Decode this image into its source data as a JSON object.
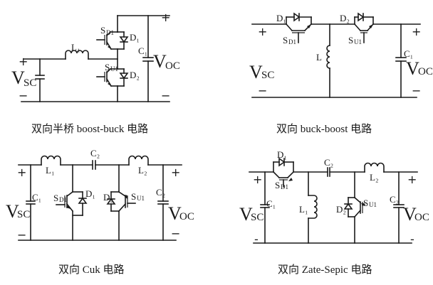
{
  "figure": {
    "panels": [
      {
        "id": "half-bridge",
        "caption": "双向半桥 boost-buck 电路",
        "source_label": "V",
        "source_sub": "SC",
        "output_label": "V",
        "output_sub": "OC",
        "plus": "+",
        "minus": "−",
        "components": {
          "inductor": "L₁",
          "switch_top": "S",
          "switch_top_sub": "D1",
          "diode_top": "D₁",
          "switch_bottom": "S",
          "switch_bottom_sub": "U1",
          "diode_bottom": "D₂",
          "capacitor": "C₁"
        }
      },
      {
        "id": "buck-boost",
        "caption": "双向 buck-boost 电路",
        "source_label": "V",
        "source_sub": "SC",
        "output_label": "V",
        "output_sub": "OC",
        "plus": "+",
        "minus": "−",
        "components": {
          "diode_1": "D₁",
          "switch_1": "S",
          "switch_1_sub": "D1",
          "diode_2": "D₂",
          "switch_2": "S",
          "switch_2_sub": "U1",
          "inductor": "L",
          "capacitor": "C₁"
        }
      },
      {
        "id": "cuk",
        "caption": "双向 Cuk 电路",
        "source_label": "V",
        "source_sub": "SC",
        "output_label": "V",
        "output_sub": "OC",
        "plus": "+",
        "minus": "−",
        "components": {
          "inductor_1": "L₁",
          "capacitor_series": "C₂",
          "inductor_2": "L₂",
          "capacitor_in": "C₁",
          "switch_1": "S",
          "switch_1_sub": "D1",
          "diode_1": "D₁",
          "diode_2": "D₂",
          "switch_2": "S",
          "switch_2_sub": "U1",
          "capacitor_out": "C₂"
        }
      },
      {
        "id": "zeta-sepic",
        "caption": "双向 Zate-Sepic 电路",
        "source_label": "V",
        "source_sub": "SC",
        "output_label": "V",
        "output_sub": "OC",
        "plus": "+",
        "minus": "-",
        "components": {
          "diode_1": "D₁",
          "switch_1": "S",
          "switch_1_sub": "D1",
          "capacitor_series": "C₂",
          "inductor_2": "L₂",
          "capacitor_in": "C₁",
          "inductor_1": "L₁",
          "diode_2": "D₂",
          "switch_2": "S",
          "switch_2_sub": "U1",
          "capacitor_out": "C₂"
        }
      }
    ]
  }
}
